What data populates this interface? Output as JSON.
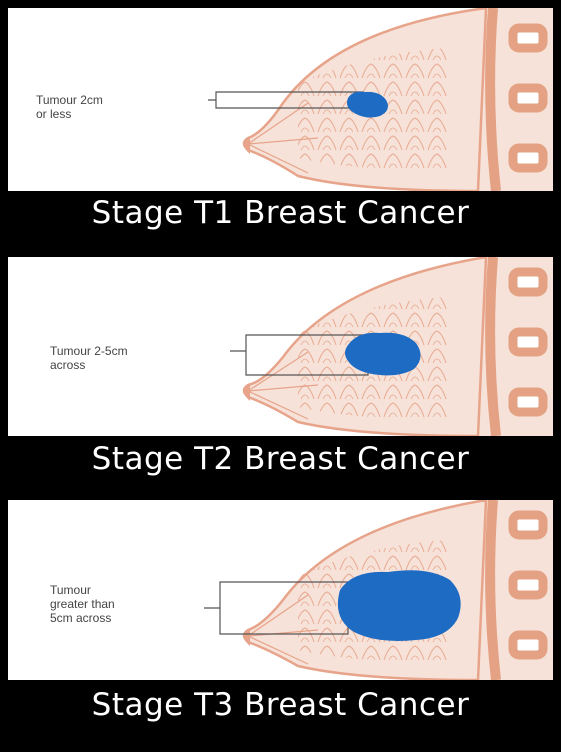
{
  "colors": {
    "background": "#000000",
    "panel": "#ffffff",
    "skin": "#f6e2d8",
    "tissue_outline": "#e7a48a",
    "rib": "#e4a184",
    "tumour": "#1e6bc4"
  },
  "panels": [
    {
      "title": "Stage T1 Breast Cancer",
      "label_lines": [
        "Tumour 2cm",
        "or less"
      ]
    },
    {
      "title": "Stage T2 Breast Cancer",
      "label_lines": [
        "Tumour 2-5cm",
        "across"
      ]
    },
    {
      "title": "Stage T3 Breast Cancer",
      "label_lines": [
        "Tumour",
        "greater than",
        "5cm across"
      ]
    }
  ]
}
